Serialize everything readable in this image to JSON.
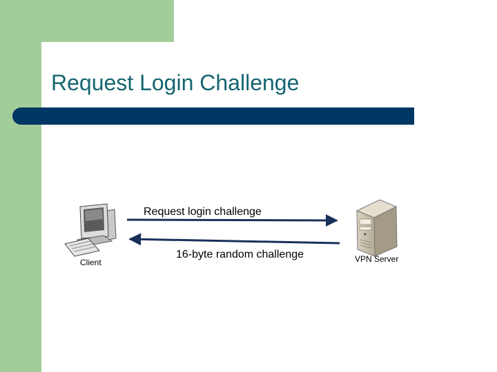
{
  "slide": {
    "title": "Request Login Challenge",
    "accent_colors": {
      "sidebar_green": "#a3cd98",
      "title_bar_navy": "#003764",
      "title_text_teal": "#156570"
    }
  },
  "diagram": {
    "client": {
      "label": "Client",
      "icon": "desktop-computer-icon"
    },
    "server": {
      "label": "VPN Server",
      "icon": "tower-server-icon"
    },
    "messages": [
      {
        "label": "Request login challenge",
        "direction": "client-to-server"
      },
      {
        "label": "16-byte random challenge",
        "direction": "server-to-client"
      }
    ]
  }
}
